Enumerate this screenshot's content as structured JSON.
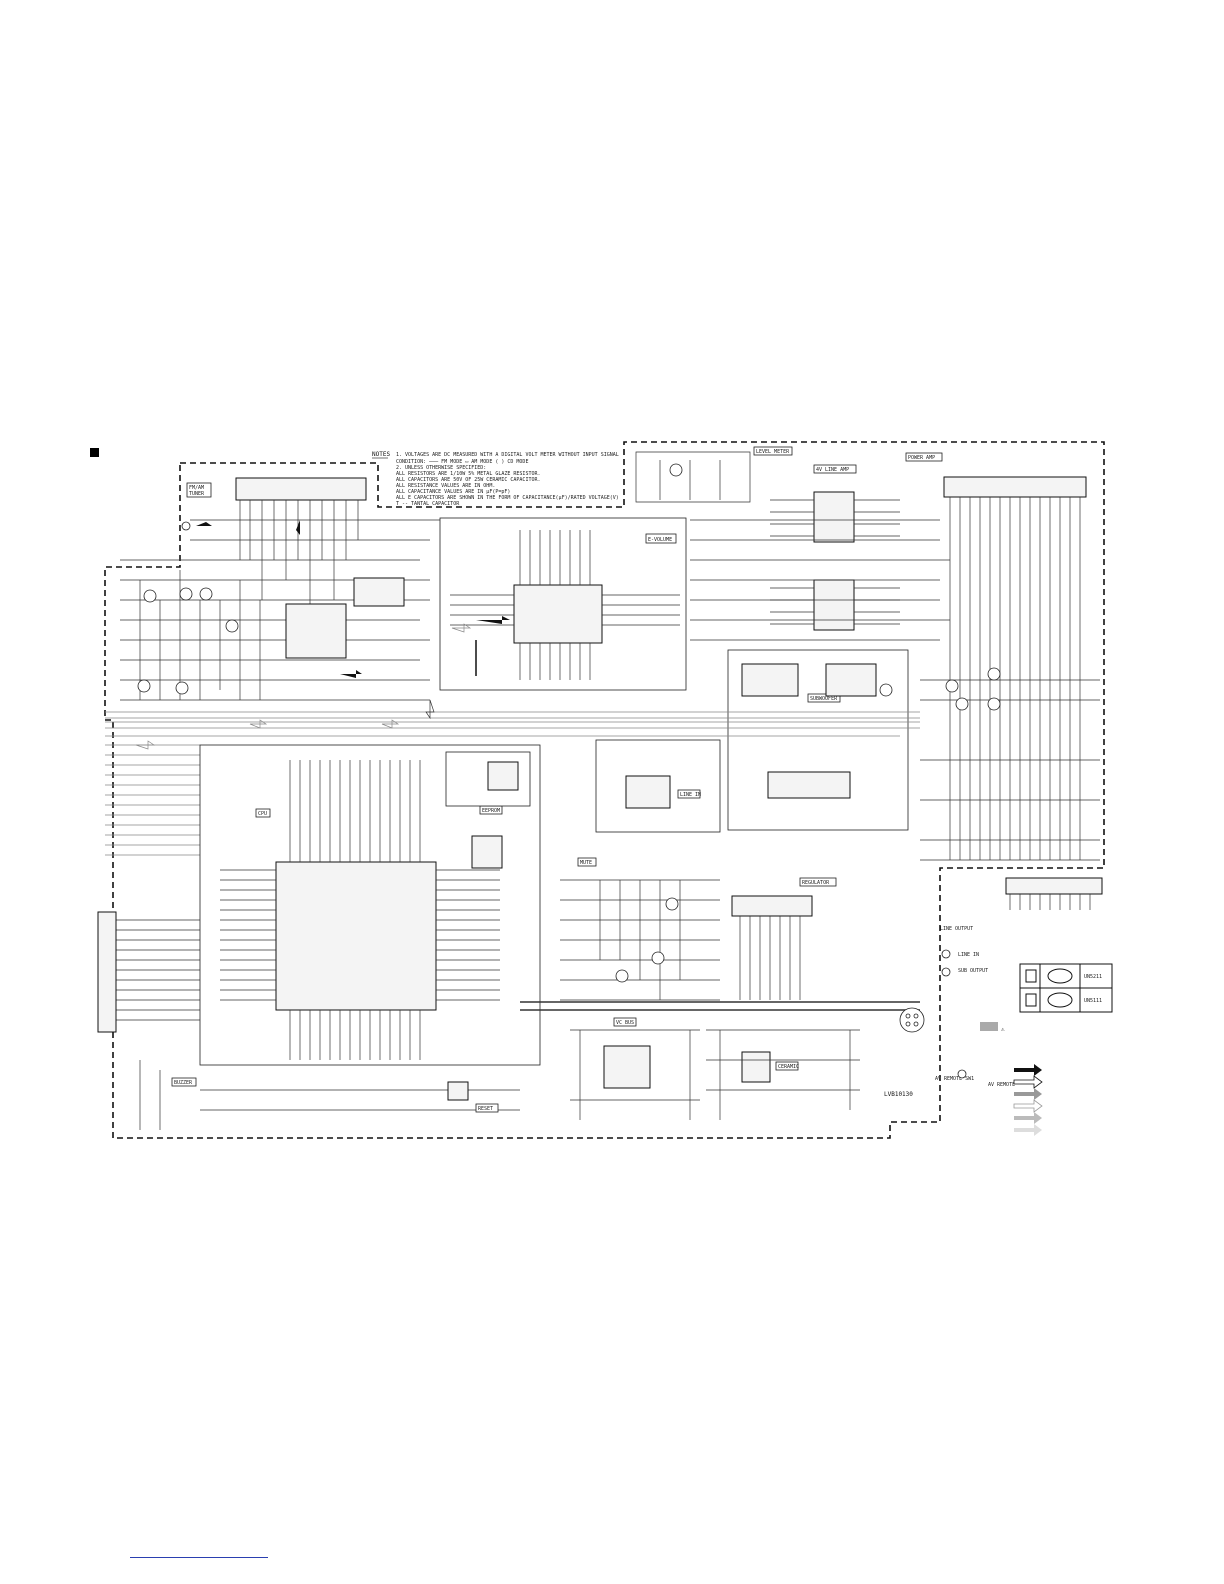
{
  "notes": {
    "heading": "NOTES",
    "lines": [
      "1.  VOLTAGES ARE DC MEASURED WITH A DIGITAL VOLT METER WITHOUT INPUT SIGNAL",
      "    CONDITION: ─── FM MODE   ▭ AM MODE   ( ) CD MODE",
      "2.  UNLESS OTHERWISE SPECIFIED:",
      "    ALL RESISTORS ARE 1/10W 5% METAL GLAZE RESISTOR.",
      "    ALL CAPACITORS ARE 50V OF 25W CERAMIC CAPACITOR.",
      "    ALL RESISTANCE VALUES ARE IN OHM.",
      "    ALL CAPACITANCE VALUES ARE IN μF(P=pF)",
      "    ALL E CAPACITORS ARE SHOWN IN THE FORM OF CAPACITANCE(μF)/RATED VOLTAGE(V)",
      "    T -- TANTAL CAPACITOR"
    ]
  },
  "blocks": {
    "tuner": "FM/AM\nTUNER",
    "e_volume": "E-VOLUME",
    "level_meter": "LEVEL METER",
    "line_amp": "4V LINE AMP",
    "power_amp": "POWER AMP",
    "subwoofer": "SUBWOOFER",
    "line_in": "LINE IN",
    "cpu": "CPU",
    "eeprom": "EEPROM",
    "mute": "MUTE",
    "regulator": "REGULATOR",
    "vc_bus": "VC BUS",
    "buzzer": "BUZZER",
    "reset": "RESET",
    "ceramic": "CERAMIC",
    "board": "LVB10130"
  },
  "connectors": {
    "line_output": "LINE OUTPUT",
    "line_in": "LINE IN",
    "sub_output": "SUB OUTPUT",
    "av_remote": "AV REMOTE",
    "av_remote_sub": "AV REMOTE SW1"
  },
  "legend": {
    "transistors": [
      "UN5211",
      "UN5111"
    ],
    "safety_mark": "⚠"
  },
  "colors": {
    "line": "#222222",
    "signal_gray": "#8a8a8a",
    "link": "#2a3fb0"
  }
}
